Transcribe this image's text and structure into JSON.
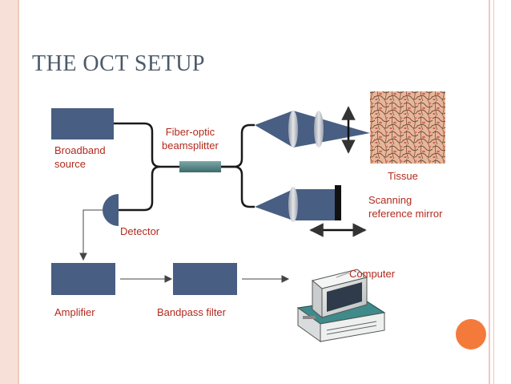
{
  "slide": {
    "title": "THE OCT SETUP"
  },
  "labels": {
    "broadband_line1": "Broadband",
    "broadband_line2": "source",
    "beamsplitter_line1": "Fiber-optic",
    "beamsplitter_line2": "beamsplitter",
    "tissue": "Tissue",
    "mirror_line1": "Scanning",
    "mirror_line2": "reference mirror",
    "detector": "Detector",
    "computer": "Computer",
    "amplifier": "Amplifier",
    "bandpass": "Bandpass filter"
  },
  "colors": {
    "box": "#485e82",
    "fiber": "#1a1a1a",
    "label": "#b22a1e",
    "accent_dot": "#f47a3c",
    "border": "#f7e0d8"
  }
}
